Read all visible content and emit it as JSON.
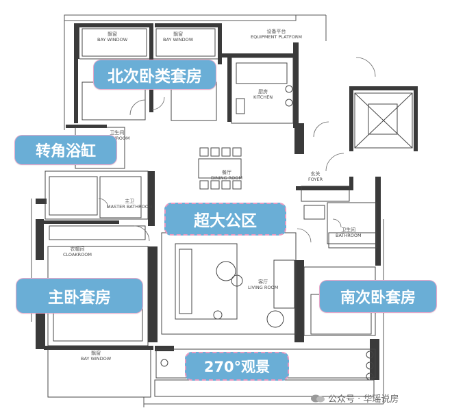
{
  "highlights": {
    "north_bedroom": "北次卧类套房",
    "corner_tub": "转角浴缸",
    "public_area": "超大公区",
    "master_bedroom": "主卧套房",
    "south_bedroom": "南次卧套房",
    "view": "270°观景"
  },
  "rooms": {
    "bay_window_1_cn": "飘窗",
    "bay_window_1_en": "BAY WINDOW",
    "bay_window_2_cn": "飘窗",
    "bay_window_2_en": "BAY WINDOW",
    "equipment_cn": "设备平台",
    "equipment_en": "EQUIPMENT PLATFORM",
    "kitchen_cn": "厨房",
    "kitchen_en": "KITCHEN",
    "bath1_cn": "卫生间",
    "bath1_en": "BATHROOM",
    "dining_cn": "餐厅",
    "dining_en": "DINING ROOM",
    "foyer_cn": "玄关",
    "foyer_en": "FOYER",
    "master_bath_cn": "主卫",
    "master_bath_en": "MASTER BATHROOM",
    "bath2_cn": "卫生间",
    "bath2_en": "BATHROOM",
    "cloak_cn": "衣帽间",
    "cloak_en": "CLOAKROOM",
    "living_cn": "客厅",
    "living_en": "LIVING ROOM",
    "bay_window_3_cn": "飘窗",
    "bay_window_3_en": "BAY WINDOW"
  },
  "watermark": "公众号 · 华瑶说房",
  "colors": {
    "pill": "#6aaed6",
    "pill_border": "#e79ac0",
    "wall": "#3a3a3a"
  }
}
